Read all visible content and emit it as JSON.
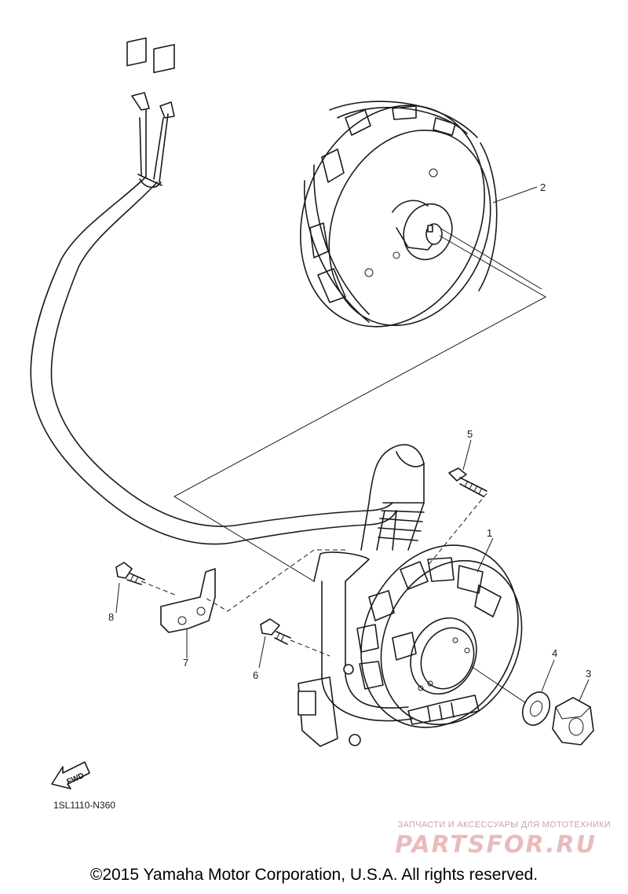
{
  "callouts": [
    {
      "id": "1",
      "label": "1"
    },
    {
      "id": "2",
      "label": "2"
    },
    {
      "id": "3",
      "label": "3"
    },
    {
      "id": "4",
      "label": "4"
    },
    {
      "id": "5",
      "label": "5"
    },
    {
      "id": "6",
      "label": "6"
    },
    {
      "id": "7",
      "label": "7"
    },
    {
      "id": "8",
      "label": "8"
    }
  ],
  "fwd_label": "FWD",
  "diagram_code": "1SL1110-N360",
  "watermark": {
    "subtitle": "ЗАПЧАСТИ И АКСЕССУАРЫ ДЛЯ МОТОТЕХНИКИ",
    "logo": "PARTSFOR.RU"
  },
  "copyright": "©2015 Yamaha Motor Corporation, U.S.A. All rights reserved.",
  "colors": {
    "line": "#1a1a1a",
    "watermark": "#e9bcbc",
    "background": "#ffffff"
  }
}
